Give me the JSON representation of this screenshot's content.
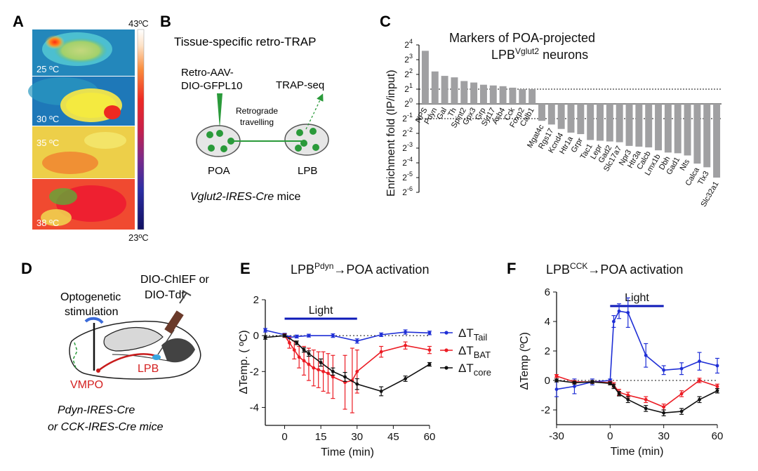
{
  "panels": {
    "A": {
      "label": "A",
      "scale_max": "43ºC",
      "scale_min": "23ºC",
      "rows": [
        {
          "temp": "25 ºC"
        },
        {
          "temp": "30 ºC"
        },
        {
          "temp": "35 ºC"
        },
        {
          "temp": "38 ºC"
        }
      ]
    },
    "B": {
      "label": "B",
      "title": "Tissue-specific retro-TRAP",
      "virus_line1": "Retro-AAV-",
      "virus_line2": "DIO-GFPL10",
      "trap": "TRAP-seq",
      "retro_line1": "Retrograde",
      "retro_line2": "travelling",
      "left_region": "POA",
      "right_region": "LPB",
      "mice_italic": "Vglut2-IRES-Cre",
      "mice_rest": " mice"
    },
    "D": {
      "label": "D",
      "opto_line1": "Optogenetic",
      "opto_line2": "stimulation",
      "virus_line1": "DIO-ChIEF or",
      "virus_line2": "DIO-Tdt",
      "target": "VMPO",
      "source": "LPB",
      "mice_line1": "Pdyn-IRES-Cre",
      "mice_line2": "or CCK-IRES-Cre mice"
    }
  },
  "colors": {
    "tail": "#1f2fd6",
    "bat": "#ec1c24",
    "core": "#111111",
    "bar": "#a0a0a2",
    "light_bar": "#0d1ab8"
  },
  "chart_data": [
    {
      "panel": "C",
      "type": "bar",
      "title": "Markers of POA-projected",
      "title_line2_prefix": "LPB",
      "title_line2_sup": "Vglut2",
      "title_line2_suffix": " neurons",
      "ylabel": "Enrichment fold (IP/input)",
      "ylim_log2": [
        -6,
        4
      ],
      "yticks": [
        {
          "base": "2",
          "exp": "4",
          "v": 4
        },
        {
          "base": "2",
          "exp": "3",
          "v": 3
        },
        {
          "base": "2",
          "exp": "2",
          "v": 2
        },
        {
          "base": "2",
          "exp": "1",
          "v": 1
        },
        {
          "base": "2",
          "exp": "0",
          "v": 0
        },
        {
          "base": "2",
          "exp": "-1",
          "v": -1
        },
        {
          "base": "2",
          "exp": "-2",
          "v": -2
        },
        {
          "base": "2",
          "exp": "-3",
          "v": -3
        },
        {
          "base": "2",
          "exp": "-4",
          "v": -4
        },
        {
          "base": "2",
          "exp": "-5",
          "v": -5
        },
        {
          "base": "2",
          "exp": "-6",
          "v": -6
        }
      ],
      "threshold_lines_log2": [
        1,
        -1
      ],
      "categories": [
        "NPS",
        "Pdyn",
        "Gal",
        "Th",
        "Spint2",
        "Gpx3",
        "Grp",
        "Syt17",
        "Asb4",
        "Cck",
        "Foxp2",
        "Calb1",
        "Mgat4c",
        "Rgs17",
        "Kcnd4",
        "Htr1a",
        "Grpr",
        "Tac1",
        "Lepr",
        "Gad2",
        "Slc17a7",
        "Npr3",
        "Htr3a",
        "Calcb",
        "Lmx1b",
        "Dbh",
        "Gad1",
        "Nts",
        "Calca",
        "Tlx3",
        "Slc32a1"
      ],
      "values_log2": [
        3.6,
        2.2,
        1.9,
        1.8,
        1.55,
        1.45,
        1.3,
        1.25,
        1.2,
        1.1,
        1.0,
        1.0,
        -1.15,
        -1.4,
        -1.7,
        -1.95,
        -2.05,
        -2.45,
        -2.5,
        -2.55,
        -2.6,
        -2.85,
        -2.9,
        -2.95,
        -3.15,
        -3.3,
        -3.35,
        -3.5,
        -4.05,
        -4.3,
        -5.0
      ]
    },
    {
      "panel": "E",
      "type": "line",
      "title_prefix": "LPB",
      "title_sup": "Pdyn",
      "title_suffix": "→POA activation",
      "xlabel": "Time (min)",
      "ylabel": "ΔTemp. ( ºC)",
      "xlim": [
        -8,
        60
      ],
      "ylim": [
        -5,
        2
      ],
      "xticks": [
        "0",
        "15",
        "30",
        "45",
        "60"
      ],
      "yticks": [
        "2",
        "0",
        "-2",
        "-4"
      ],
      "light_label": "Light",
      "light_interval": [
        0,
        30
      ],
      "series": [
        {
          "name": "ΔT",
          "sub": "Tail",
          "color": "#1f2fd6",
          "x": [
            -8,
            0,
            2,
            5,
            10,
            20,
            30,
            40,
            50,
            60
          ],
          "y": [
            0.3,
            0.05,
            -0.1,
            -0.05,
            0.0,
            0.0,
            -0.3,
            0.05,
            0.2,
            0.15
          ],
          "err": [
            0.1,
            0.08,
            0.08,
            0.08,
            0.08,
            0.1,
            0.12,
            0.1,
            0.12,
            0.1
          ]
        },
        {
          "name": "ΔT",
          "sub": "BAT",
          "color": "#ec1c24",
          "x": [
            0,
            2,
            4,
            6,
            8,
            10,
            12,
            14,
            16,
            18,
            20,
            25,
            28,
            30,
            40,
            50,
            60
          ],
          "y": [
            0.0,
            -0.4,
            -0.8,
            -1.2,
            -1.4,
            -1.6,
            -1.8,
            -1.9,
            -2.0,
            -2.1,
            -2.3,
            -2.6,
            -2.5,
            -2.0,
            -0.9,
            -0.55,
            -0.8
          ],
          "err": [
            0.1,
            0.3,
            0.5,
            0.6,
            0.8,
            0.9,
            1.0,
            1.0,
            1.1,
            1.1,
            1.2,
            1.5,
            1.8,
            1.2,
            0.3,
            0.2,
            0.2
          ]
        },
        {
          "name": "ΔT",
          "sub": "core",
          "color": "#111111",
          "x": [
            -8,
            0,
            5,
            8,
            10,
            15,
            20,
            25,
            30,
            40,
            50,
            60
          ],
          "y": [
            -0.1,
            0.0,
            -0.4,
            -0.8,
            -1.0,
            -1.5,
            -2.0,
            -2.3,
            -2.7,
            -3.1,
            -2.4,
            -1.6
          ],
          "err": [
            0.1,
            0.08,
            0.1,
            0.12,
            0.15,
            0.2,
            0.2,
            0.25,
            0.3,
            0.25,
            0.15,
            0.1
          ]
        }
      ]
    },
    {
      "panel": "F",
      "type": "line",
      "title_prefix": "LPB",
      "title_sup": "CCK",
      "title_suffix": "→POA activation",
      "xlabel": "Time (min)",
      "ylabel": "ΔTemp (ºC)",
      "xlim": [
        -30,
        60
      ],
      "ylim": [
        -3,
        6
      ],
      "xticks": [
        "-30",
        "0",
        "30",
        "60"
      ],
      "yticks": [
        "6",
        "4",
        "2",
        "0",
        "-2"
      ],
      "light_label": "Light",
      "light_interval": [
        0,
        30
      ],
      "series": [
        {
          "name": "ΔT Tail",
          "color": "#1f2fd6",
          "x": [
            -30,
            -20,
            -10,
            0,
            2,
            5,
            10,
            20,
            30,
            40,
            50,
            60
          ],
          "y": [
            -0.6,
            -0.4,
            -0.1,
            0.0,
            4.0,
            4.7,
            4.6,
            1.7,
            0.7,
            0.8,
            1.3,
            1.0
          ],
          "err": [
            0.5,
            0.5,
            0.2,
            0.1,
            0.4,
            0.5,
            1.0,
            0.8,
            0.3,
            0.4,
            0.6,
            0.5
          ]
        },
        {
          "name": "ΔT BAT",
          "color": "#ec1c24",
          "x": [
            -30,
            -20,
            -10,
            0,
            2,
            5,
            10,
            20,
            30,
            40,
            50,
            60
          ],
          "y": [
            0.3,
            -0.1,
            -0.1,
            -0.15,
            -0.3,
            -0.8,
            -1.0,
            -1.3,
            -1.8,
            -0.9,
            0.0,
            -0.4
          ],
          "err": [
            0.1,
            0.1,
            0.1,
            0.1,
            0.15,
            0.2,
            0.2,
            0.2,
            0.2,
            0.2,
            0.15,
            0.15
          ]
        },
        {
          "name": "ΔT core",
          "color": "#111111",
          "x": [
            -30,
            -20,
            -10,
            0,
            2,
            5,
            10,
            20,
            30,
            40,
            50,
            60
          ],
          "y": [
            0.0,
            -0.15,
            -0.1,
            -0.2,
            -0.4,
            -0.9,
            -1.3,
            -1.9,
            -2.2,
            -2.1,
            -1.3,
            -0.7
          ],
          "err": [
            0.1,
            0.1,
            0.1,
            0.1,
            0.15,
            0.15,
            0.2,
            0.2,
            0.2,
            0.2,
            0.2,
            0.15
          ]
        }
      ]
    }
  ]
}
